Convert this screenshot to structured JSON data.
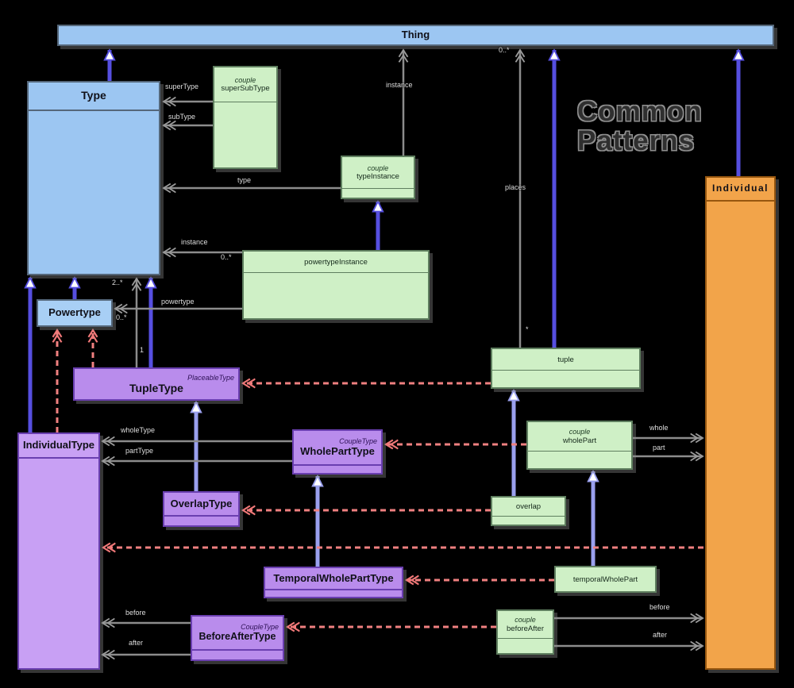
{
  "title": {
    "line1": "Common",
    "line2": "Patterns"
  },
  "classes": {
    "thing": {
      "name": "Thing"
    },
    "type": {
      "name": "Type"
    },
    "superSubType": {
      "stereotype": "couple",
      "name": "superSubType"
    },
    "typeInstance": {
      "stereotype": "couple",
      "name": "typeInstance"
    },
    "powertypeInstance": {
      "name": "powertypeInstance"
    },
    "individual": {
      "name": "Individual"
    },
    "powertype": {
      "name": "Powertype"
    },
    "tupleType": {
      "stereotype": "PlaceableType",
      "name": "TupleType"
    },
    "individualType": {
      "name": "IndividualType"
    },
    "wholePartType": {
      "stereotype": "CoupleType",
      "name": "WholePartType"
    },
    "overlapType": {
      "name": "OverlapType"
    },
    "temporalWholePartType": {
      "name": "TemporalWholePartType"
    },
    "beforeAfterType": {
      "stereotype": "CoupleType",
      "name": "BeforeAfterType"
    },
    "tuple": {
      "name": "tuple"
    },
    "wholePart": {
      "stereotype": "couple",
      "name": "wholePart"
    },
    "overlap": {
      "name": "overlap"
    },
    "temporalWholePart": {
      "name": "temporalWholePart"
    },
    "beforeAfter": {
      "stereotype": "couple",
      "name": "beforeAfter"
    }
  },
  "edge_labels": {
    "superType": "superType",
    "subType": "subType",
    "type": "type",
    "instanceThing": "instance",
    "places": "places",
    "multPlacesTop": "0..*",
    "multPlacesStar": "*",
    "instancePowertype": "instance",
    "multInstance": "0..*",
    "powertype": "powertype",
    "multPowertype": "0..*",
    "multTupleTop": "2..*",
    "multTupleBottom": "1",
    "wholeType": "wholeType",
    "partType": "partType",
    "whole": "whole",
    "part": "part",
    "beforeLeft": "before",
    "afterLeft": "after",
    "beforeRight": "before",
    "afterRight": "after"
  },
  "colors": {
    "background": "#000000",
    "class_blue": "#9cc6f2",
    "class_green": "#cff0c6",
    "class_purple": "#b98cec",
    "class_purple_light": "#c8a0f4",
    "class_orange": "#f2a44a",
    "generalization": "#564fe0",
    "generalization_light": "#9aa0ee",
    "association": "#8c8c8c",
    "dependency": "#f08080"
  }
}
